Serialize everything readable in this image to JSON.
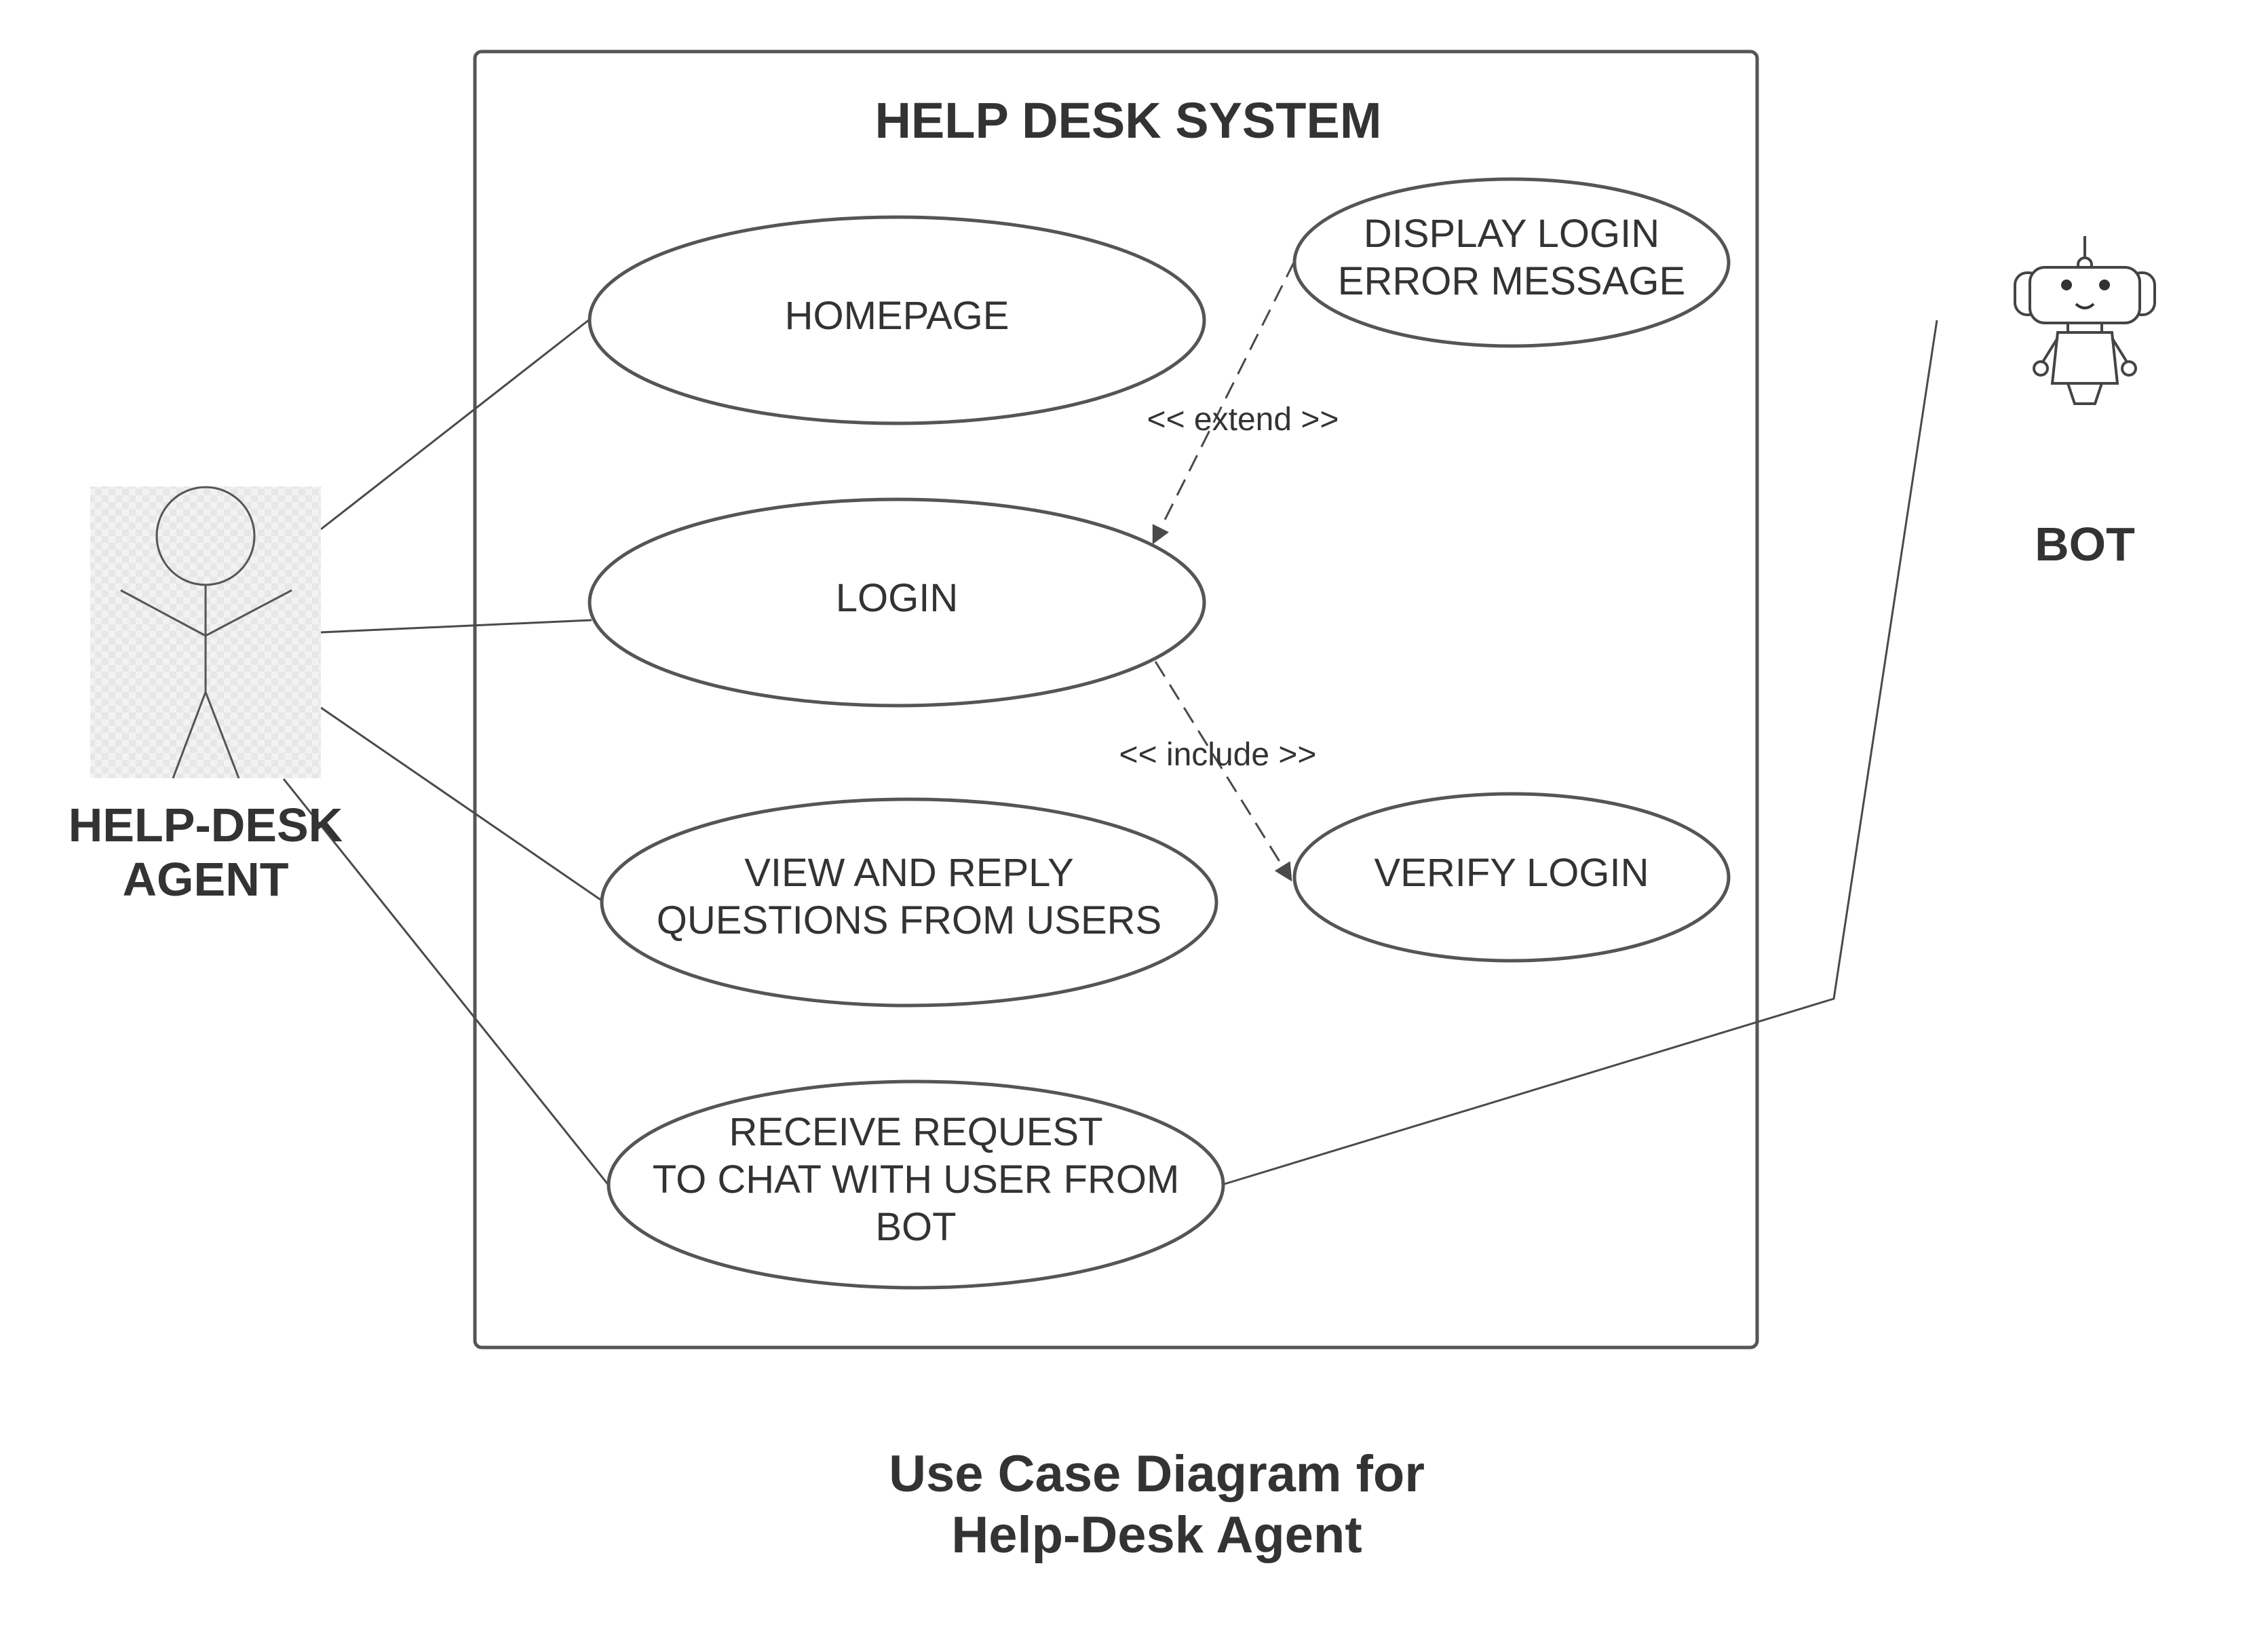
{
  "system": {
    "title": "HELP DESK SYSTEM"
  },
  "actors": {
    "agent": {
      "label_line1": "HELP-DESK",
      "label_line2": "AGENT",
      "icon": "stick-figure-icon"
    },
    "bot": {
      "label": "BOT",
      "icon": "robot-icon"
    }
  },
  "use_cases": {
    "homepage": {
      "lines": [
        "HOMEPAGE"
      ]
    },
    "login": {
      "lines": [
        "LOGIN"
      ]
    },
    "view_reply": {
      "lines": [
        "VIEW AND REPLY",
        "QUESTIONS FROM USERS"
      ]
    },
    "receive_request": {
      "lines": [
        "RECEIVE REQUEST",
        "TO CHAT WITH USER FROM",
        "BOT"
      ]
    },
    "display_error": {
      "lines": [
        "DISPLAY LOGIN",
        "ERROR MESSAGE"
      ]
    },
    "verify_login": {
      "lines": [
        "VERIFY LOGIN"
      ]
    }
  },
  "relationships": {
    "extend_label": "<< extend >>",
    "include_label": "<< include >>"
  },
  "caption": {
    "line1": "Use Case Diagram for",
    "line2": "Help-Desk Agent"
  }
}
